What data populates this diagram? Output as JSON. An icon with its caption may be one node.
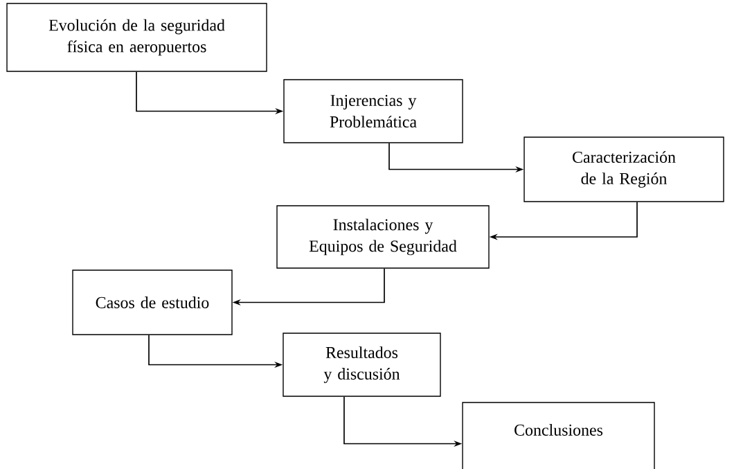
{
  "diagram": {
    "nodes": [
      {
        "text": [
          "Evolución de la seguridad física en aeropuertos"
        ]
      },
      {
        "text": [
          "Injerencias y Problemática"
        ]
      },
      {
        "text": [
          "Caracterización de la Región"
        ]
      },
      {
        "text": [
          "Instalaciones y Equipos de Seguridad"
        ]
      },
      {
        "text": [
          "Casos de estudio"
        ]
      },
      {
        "text": [
          "Resultados y discusión"
        ]
      },
      {
        "text": [
          "Conclusiones"
        ]
      }
    ],
    "edges": [
      {
        "from": 0,
        "to": 1,
        "arrow": "to"
      },
      {
        "from": 1,
        "to": 2,
        "arrow": "to"
      },
      {
        "from": 2,
        "to": 3,
        "arrow": "to"
      },
      {
        "from": 3,
        "to": 4,
        "arrow": "to"
      },
      {
        "from": 4,
        "to": 5,
        "arrow": "to"
      },
      {
        "from": 5,
        "to": 6,
        "arrow": "to"
      }
    ]
  }
}
